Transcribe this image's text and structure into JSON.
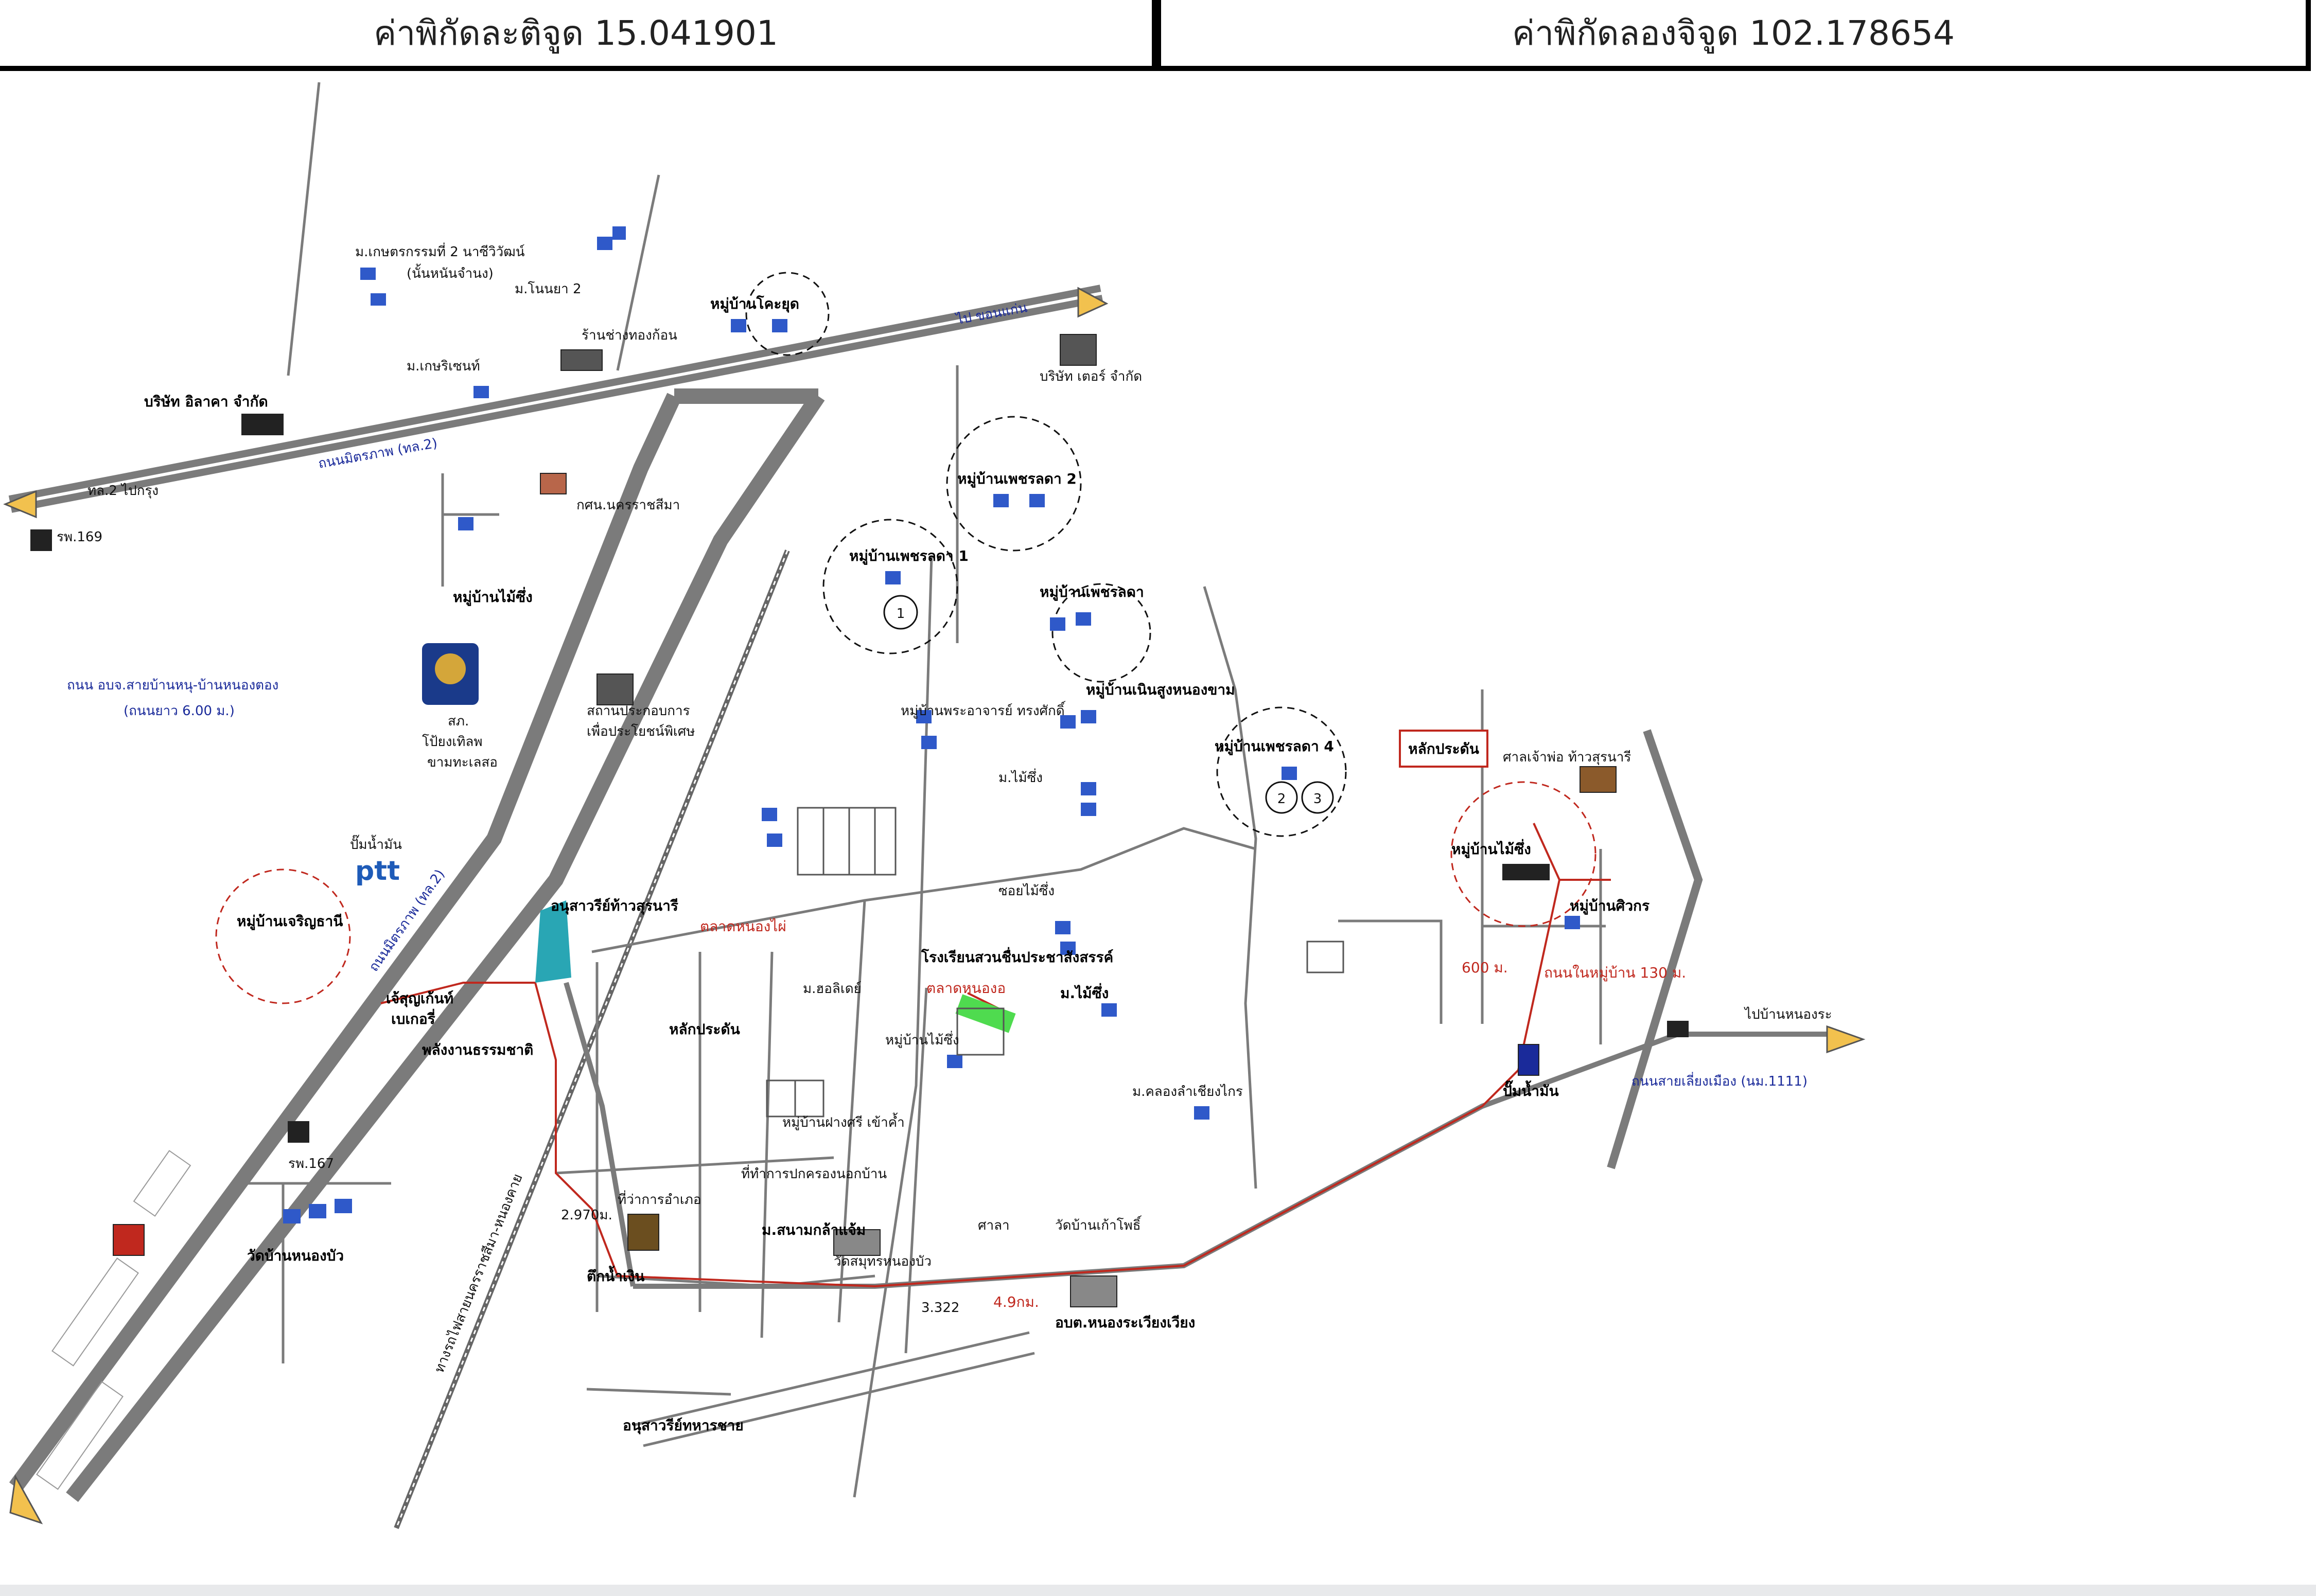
{
  "header": {
    "latitude": "ค่าพิกัดละติจูด 15.041901",
    "longitude": "ค่าพิกัดลองจิจูด 102.178654"
  },
  "colors": {
    "road": "#7b7b7b",
    "route": "#c0281e",
    "village_circle_red": "#c0281e",
    "village_circle_black": "#111111",
    "arrow_fill": "#f2c14e",
    "house_icon": "#2f59c9"
  },
  "map": {
    "labels": {
      "b_corp": "บริษัท อิลาคา จำกัด",
      "hwy_west": "ทล.2 ไปกรุง",
      "police": "รพ.169",
      "moo_kaset2": "ม.เกษตรกรรมที่ 2 นาซีวิวัฒน์",
      "moo_kaset2b": "(นั้นหนันจำนง)",
      "moo_ongya2": "ม.โนนยา 2",
      "moo_kasetsiri": "ม.เกษริเซนท์",
      "wood_shop": "ร้านช่างทองก้อน",
      "village_khoyuet": "หมู่บ้านโคะยุด",
      "to_khonkaen": "ไป ขอนแก่น",
      "hwy_main": "ถนนมิตรภาพ (ทล.2)",
      "company_ne": "บริษัท เตอร์ จำกัด",
      "dept_school": "กศน.นครราชสีมา",
      "village_maisiu": "หมู่บ้านไม้ซึ่ง",
      "village_phet2": "หมู่บ้านเพชรลดา 2",
      "village_phet1": "หมู่บ้านเพชรลดา 1",
      "village_phet_n": "หมู่บ้านเพชรลดา",
      "village_noen": "หมู่บ้านเนินสูงหนองขาม",
      "village_phet4": "หมู่บ้านเพชรลดา 4",
      "village_pra": "หมู่บ้านพระอาจารย์ ทรงศักดิ์",
      "moo_maisiu": "ม.ไม้ซึ่ง",
      "sign_road": "ถนน อบจ.สายบ้านหนุ-บ้านหนองตอง",
      "sign_road2": "(ถนนยาว 6.00 ม.)",
      "police_station": "สภ.",
      "police_station2": "โป้ยงเทิลพ",
      "police_station3": "ขามทะเลสอ",
      "hospital": "สถานประกอบการ",
      "hospital2": "เพื่อประโยชน์พิเศษ",
      "ptt_small": "ปั๊มน้ำมัน",
      "ptt": "ptt",
      "village_charoen": "หมู่บ้านเจริญธานี",
      "monument": "อนุสาวรีย์ท้าวสุรนารี",
      "hwy_main2": "ถนนมิตรภาพ (ทล.2)",
      "market": "ตลาดหนองไผ่",
      "bakery": "เจ้สุญเก้นท์",
      "bakery2": "เบเกอรี่",
      "bakery3": "พลังงานธรรมชาติ",
      "school_label": "โรงเรียนสวนชื่นประชาสังสรรค์",
      "market2": "ตลาดหนองอ",
      "village_siriya": "หมู่บ้านไม้ซึ่ง",
      "moo_siriya": "ม.ไม้ซึ่ง",
      "soi_maisiu": "ซอยไม้ซึ่ง",
      "moo_mai": "ม.ฮอลิเดย์",
      "lakpratan": "หลักประดัน",
      "village_x": "หมู่บ้านฝางศรี เข้าค้ำ",
      "place_khamthale": "ที่ทำการปกครองนอกบ้าน",
      "village_khammaen": "ม.สนามกล้าแจ้ม",
      "police_167": "รพ.167",
      "school_nongbua": "วัดบ้านหนองบัว",
      "school_label2": "ที่ว่าการอำเภอ",
      "wat": "วัดสมุทรหนองบัว",
      "dist_2": "2.970ม.",
      "railway": "ทางรถไฟสายนครราชสีมา-หนองคาย",
      "ban_sawang": "ตึกน้ำเงิน",
      "ananda": "อนุสาวรีย์ทหารชาย",
      "sala": "ศาลา",
      "wat_ban": "วัดบ้านเก้าโพธิ์",
      "moo_khlong": "ม.คลองลำเชียงไกร",
      "dist_3": "3.322",
      "dist_4": "4.9กม.",
      "office": "อบต.หนองระเวียงเวียง",
      "lakpratan_box": "หลักประดัน",
      "sub_office": "ศาลเจ้าพ่อ ท้าวสุรนารี",
      "village_maisiu2": "หมู่บ้านไม้ซึ่ง",
      "village_siwakorn": "หมู่บ้านศิวกร",
      "dist_600": "600 ม.",
      "dist_130": "ถนนในหมู่บ้าน 130 ม.",
      "to_ban": "ไปบ้านหนองระ",
      "station": "ปั๊มน้ำมัน",
      "road_local": "ถนนสายเลี่ยงเมือง (นม.1111)"
    }
  }
}
